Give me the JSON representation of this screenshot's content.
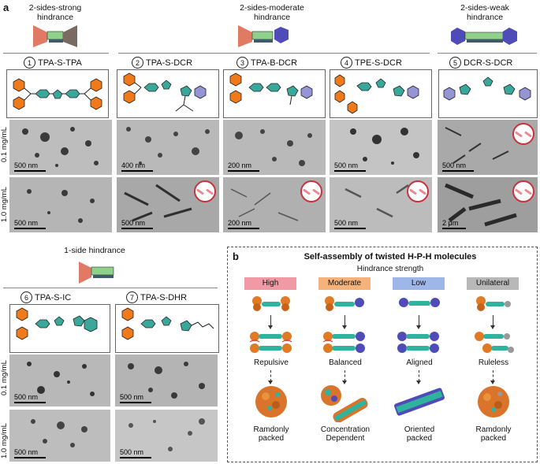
{
  "panel_a": {
    "letter": "a",
    "groups": [
      {
        "title_line1": "2-sides-strong",
        "title_line2": "hindrance"
      },
      {
        "title_line1": "2-sides-moderate",
        "title_line2": "hindrance"
      },
      {
        "title_line1": "2-sides-weak",
        "title_line2": "hindrance"
      }
    ],
    "molecules_top": [
      {
        "num": "1",
        "name": "TPA-S-TPA"
      },
      {
        "num": "2",
        "name": "TPA-S-DCR"
      },
      {
        "num": "3",
        "name": "TPA-B-DCR"
      },
      {
        "num": "4",
        "name": "TPE-S-DCR"
      },
      {
        "num": "5",
        "name": "DCR-S-DCR"
      }
    ],
    "row_labels": {
      "low": "0.1 mg/mL",
      "high": "1.0 mg/mL"
    },
    "scalebars_row1": [
      "500 nm",
      "400 nm",
      "200 nm",
      "500 nm",
      "500 nm"
    ],
    "scalebars_row2": [
      "500 nm",
      "500 nm",
      "200 nm",
      "500 nm",
      "2 μm"
    ],
    "one_side": {
      "title": "1-side hindrance"
    },
    "molecules_bottom": [
      {
        "num": "6",
        "name": "TPA-S-IC"
      },
      {
        "num": "7",
        "name": "TPA-S-DHR"
      }
    ],
    "scalebars_row3": [
      "500 nm",
      "500 nm"
    ],
    "scalebars_row4": [
      "500 nm",
      "500 nm"
    ]
  },
  "panel_b": {
    "letter": "b",
    "title": "Self-assembly of twisted  H-P-H molecules",
    "subtitle": "Hindrance strength",
    "columns": [
      {
        "strength": "High",
        "color": "#f19aa6",
        "interaction": "Repulsive",
        "result_line1": "Ramdonly",
        "result_line2": "packed"
      },
      {
        "strength": "Moderate",
        "color": "#f5b27a",
        "interaction": "Balanced",
        "result_line1": "Concentration",
        "result_line2": "Dependent"
      },
      {
        "strength": "Low",
        "color": "#9fb6e8",
        "interaction": "Aligned",
        "result_line1": "Oriented",
        "result_line2": "packed"
      },
      {
        "strength": "Unilateral",
        "color": "#b8b8b8",
        "interaction": "Ruleless",
        "result_line1": "Ramdonly",
        "result_line2": "packed"
      }
    ]
  },
  "colors": {
    "orange": "#f07a1a",
    "teal": "#39a89b",
    "purple": "#4f4cb8",
    "green": "#8fd08a"
  }
}
